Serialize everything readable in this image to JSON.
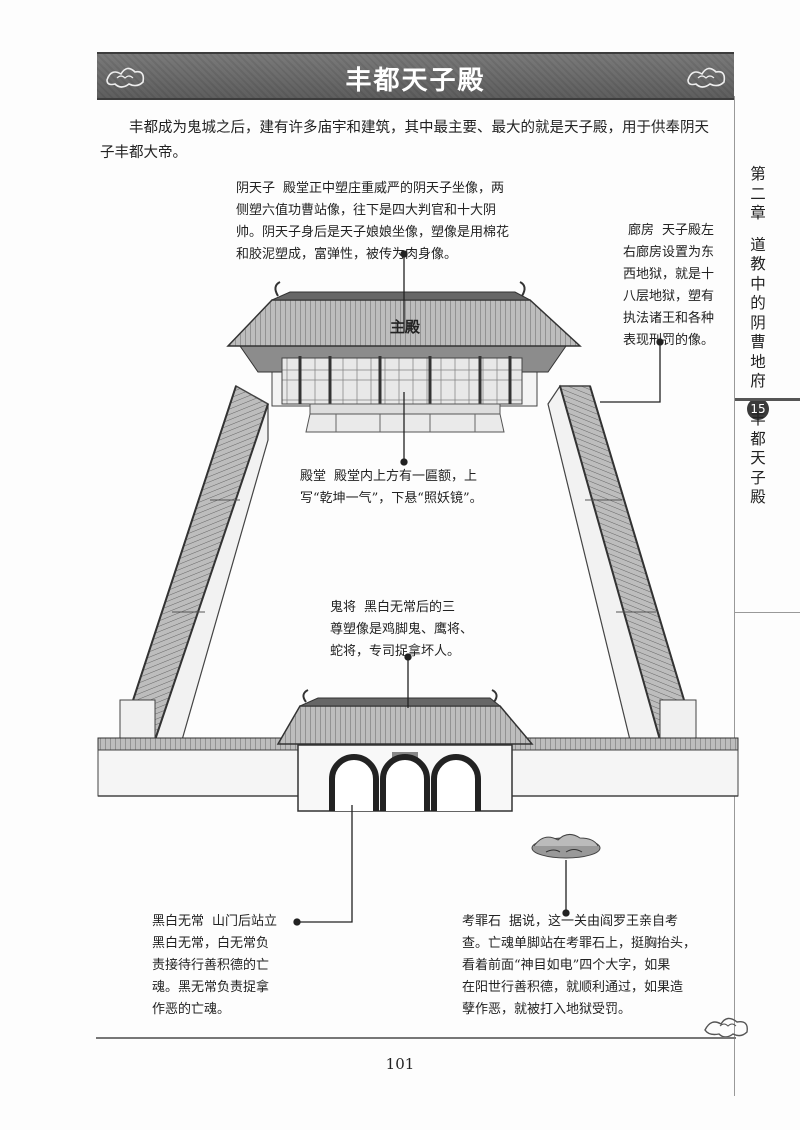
{
  "title": "丰都天子殿",
  "intro": "丰都成为鬼城之后，建有许多庙宇和建筑，其中最主要、最大的就是天子殿，用于供奉阴天子丰都大帝。",
  "side_tab": {
    "chapter": [
      "第",
      "二",
      "章"
    ],
    "chapter_title": [
      "道",
      "教",
      "中",
      "的",
      "阴",
      "曹",
      "地",
      "府"
    ],
    "page_badge": "15",
    "section": [
      "丰",
      "都",
      "天",
      "子",
      "殿"
    ]
  },
  "illustration": {
    "main_hall_label": "主殿"
  },
  "annotations": {
    "yin_tianzi": {
      "term": "阴天子",
      "lines": [
        "殿堂正中塑庄重威严的阴天子坐像，两",
        "侧塑六值功曹站像，往下是四大判官和十大阴",
        "帅。阴天子身后是天子娘娘坐像，塑像是用棉花",
        "和胶泥塑成，富弹性，被传为肉身像。"
      ]
    },
    "langfang": {
      "term": "廊房",
      "lines": [
        "天子殿左",
        "右廊房设置为东",
        "西地狱，就是十",
        "八层地狱，塑有",
        "执法诸王和各种",
        "表现刑罚的像。"
      ]
    },
    "diantang": {
      "term": "殿堂",
      "lines": [
        "殿堂内上方有一匾额，上",
        "写“乾坤一气”，下悬“照妖镜”。"
      ]
    },
    "guijiang": {
      "term": "鬼将",
      "lines": [
        "黑白无常后的三",
        "尊塑像是鸡脚鬼、鹰将、",
        "蛇将，专司捉拿坏人。"
      ]
    },
    "heibai": {
      "term": "黑白无常",
      "lines": [
        "山门后站立",
        "黑白无常，白无常负",
        "责接待行善积德的亡",
        "魂。黑无常负责捉拿",
        "作恶的亡魂。"
      ]
    },
    "kaozuishi": {
      "term": "考罪石",
      "lines": [
        "据说，这一关由阎罗王亲自考",
        "查。亡魂单脚站在考罪石上，挺胸抬头，",
        "看着前面“神目如电”四个大字，如果",
        "在阳世行善积德，就顺利通过，如果造",
        "孽作恶，就被打入地狱受罚。"
      ]
    }
  },
  "page_number": "101"
}
